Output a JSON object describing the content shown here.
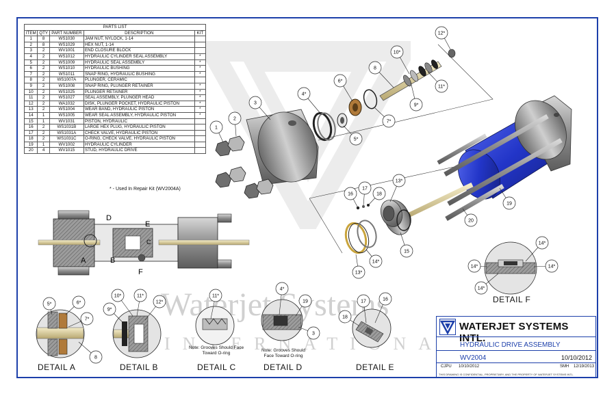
{
  "parts_list": {
    "title": "PARTS LIST",
    "headers": [
      "ITEM",
      "QTY",
      "PART NUMBER",
      "DESCRIPTION",
      "KIT"
    ],
    "rows": [
      [
        "1",
        "8",
        "WS1030",
        "Jam Nut, Nylock, 1-14",
        ""
      ],
      [
        "2",
        "8",
        "WS1029",
        "Hex Nut, 1-14",
        ""
      ],
      [
        "3",
        "2",
        "WV1001",
        "End Closure Block",
        ""
      ],
      [
        "4",
        "2",
        "WS1012",
        "Hydraulic Cylinder Seal Assembly",
        "*"
      ],
      [
        "5",
        "2",
        "WS1009",
        "Hydraulic Seal Assembly",
        "*"
      ],
      [
        "6",
        "2",
        "WS1010",
        "Hydraulic Bushing",
        "*"
      ],
      [
        "7",
        "2",
        "WS1011",
        "Snap Ring, Hydraulic Bushing",
        "*"
      ],
      [
        "8",
        "2",
        "WS1007A",
        "Plunger, Ceramic",
        ""
      ],
      [
        "9",
        "2",
        "WS1008",
        "Snap Ring, Plunger Retainer",
        "*"
      ],
      [
        "10",
        "2",
        "WS1025",
        "Plunger Retainer",
        "*"
      ],
      [
        "11",
        "2",
        "WS1027",
        "Seal Assembly, Plunger Head",
        "*"
      ],
      [
        "12",
        "2",
        "WA1032",
        "Disk, Plunger Pocket, Hydraulic Piston",
        "*"
      ],
      [
        "13",
        "2",
        "WS1004",
        "Wear Band, Hydraulic Piston",
        "*"
      ],
      [
        "14",
        "1",
        "WS1005",
        "Wear Seal Assembly, Hydraulic Piston",
        "*"
      ],
      [
        "15",
        "1",
        "WV1031",
        "Piston, Hydraulic",
        ""
      ],
      [
        "16",
        "2",
        "WS1031B",
        "Large Hex Plug, Hydraulic Piston",
        ""
      ],
      [
        "17",
        "2",
        "WS1031A",
        "Check Valve, Hydraulic Piston",
        ""
      ],
      [
        "18",
        "2",
        "WS1031C",
        "O-Ring, Check Valve, Hydraulic Piston",
        ""
      ],
      [
        "19",
        "1",
        "WV1002",
        "Hydraulic Cylinder",
        ""
      ],
      [
        "20",
        "4",
        "WV1015",
        "Stud, Hydraulic Drive",
        ""
      ]
    ],
    "kit_note": "* - Used In Repair Kit (WV2004A)"
  },
  "section_letters": [
    "D",
    "E",
    "A",
    "B",
    "F",
    "C"
  ],
  "balloons": [
    "1",
    "2",
    "3",
    "4*",
    "5*",
    "6*",
    "7*",
    "8",
    "9*",
    "10*",
    "11*",
    "12*",
    "13*",
    "14*",
    "15",
    "16",
    "17",
    "18",
    "19",
    "20"
  ],
  "details": {
    "a": {
      "label": "DETAIL A",
      "callouts": [
        "5*",
        "6*",
        "7*",
        "8"
      ]
    },
    "b": {
      "label": "DETAIL B",
      "callouts": [
        "9*",
        "10*",
        "11*",
        "12*"
      ]
    },
    "c": {
      "label": "DETAIL C",
      "callouts": [
        "11*"
      ],
      "note": "Note: Grooves Should Face Toward O-ring"
    },
    "d": {
      "label": "DETAIL D",
      "callouts": [
        "4*",
        "19",
        "3"
      ],
      "note": "Note: Grooves Should Face Toward O-ring"
    },
    "e": {
      "label": "DETAIL E",
      "callouts": [
        "17",
        "16",
        "18"
      ]
    },
    "f": {
      "label": "DETAIL F",
      "callouts": [
        "14*",
        "14*",
        "14*",
        "14*"
      ]
    }
  },
  "title_block": {
    "company": "WATERJET SYSTEMS INTL.",
    "title": "HYDRAULIC DRIVE ASSEMBLY",
    "drawing_no": "WV2004",
    "date": "10/10/2012",
    "drawn_by": "CJPU",
    "drawn_date": "10/10/2012",
    "checked_by": "SMH",
    "checked_date": "12/19/2013",
    "proprietary": "THIS DRAWING IS CONFIDENTIAL, PROPRIETARY, AND THE PROPERTY OF WATERJET SYSTEMS INTL."
  },
  "watermark": {
    "line1": "Waterjet Systems",
    "line2": "INTERNATIONAL"
  },
  "colors": {
    "border": "#1c3faa",
    "cylinder": "#2a3fd6",
    "steel": "#9a9a9a",
    "plunger": "#e8dcae",
    "bushing": "#b07a3a"
  }
}
